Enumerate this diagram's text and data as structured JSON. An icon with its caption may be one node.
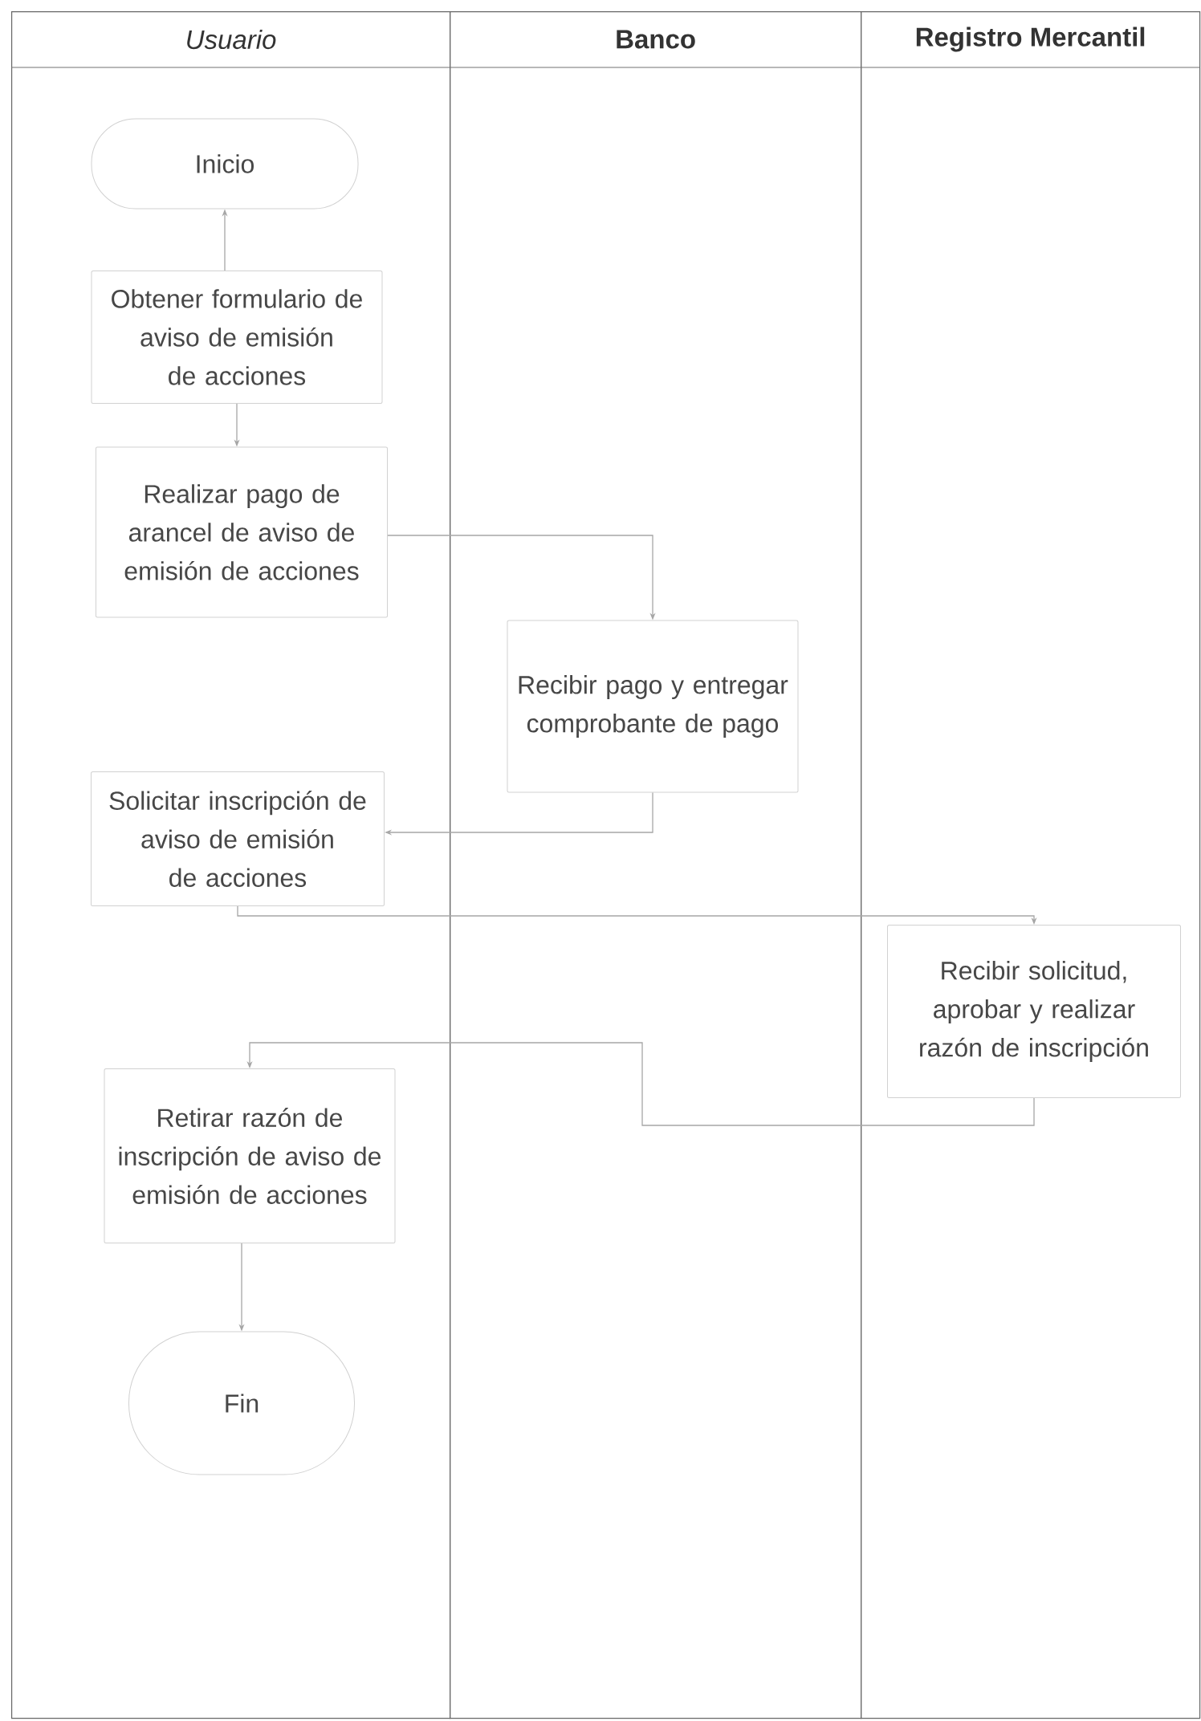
{
  "diagram": {
    "nodes": [
      {
        "text": [
          "Usuario"
        ]
      },
      {
        "text": [
          "Banco"
        ]
      },
      {
        "text": [
          "Registro Mercantil"
        ]
      },
      {
        "text": [
          "Inicio"
        ],
        "in": 0
      },
      {
        "text": [
          "Obtener formulario de aviso de emisión de acciones"
        ],
        "in": 0
      },
      {
        "text": [
          "Realizar pago de arancel de aviso de emisión de acciones"
        ],
        "in": 0
      },
      {
        "text": [
          "Recibir pago y entregar comprobante de pago"
        ],
        "in": 1
      },
      {
        "text": [
          "Solicitar inscripción de aviso de emisión de acciones"
        ],
        "in": 0
      },
      {
        "text": [
          "Recibir solicitud, aprobar y realizar razón de inscripción"
        ],
        "in": 2
      },
      {
        "text": [
          "Retirar razón de inscripción de aviso de emisión de acciones"
        ],
        "in": 0
      },
      {
        "text": [
          "Fin"
        ],
        "in": 0
      }
    ],
    "edges": [
      {
        "from": 4,
        "to": 3,
        "arrow": "to"
      },
      {
        "from": 4,
        "to": 5,
        "arrow": "to"
      },
      {
        "from": 5,
        "to": 6,
        "arrow": "to"
      },
      {
        "from": 6,
        "to": 7,
        "arrow": "to"
      },
      {
        "from": 7,
        "to": 8,
        "arrow": "to"
      },
      {
        "from": 8,
        "to": 9,
        "arrow": "to"
      },
      {
        "from": 9,
        "to": 10,
        "arrow": "to"
      }
    ]
  }
}
